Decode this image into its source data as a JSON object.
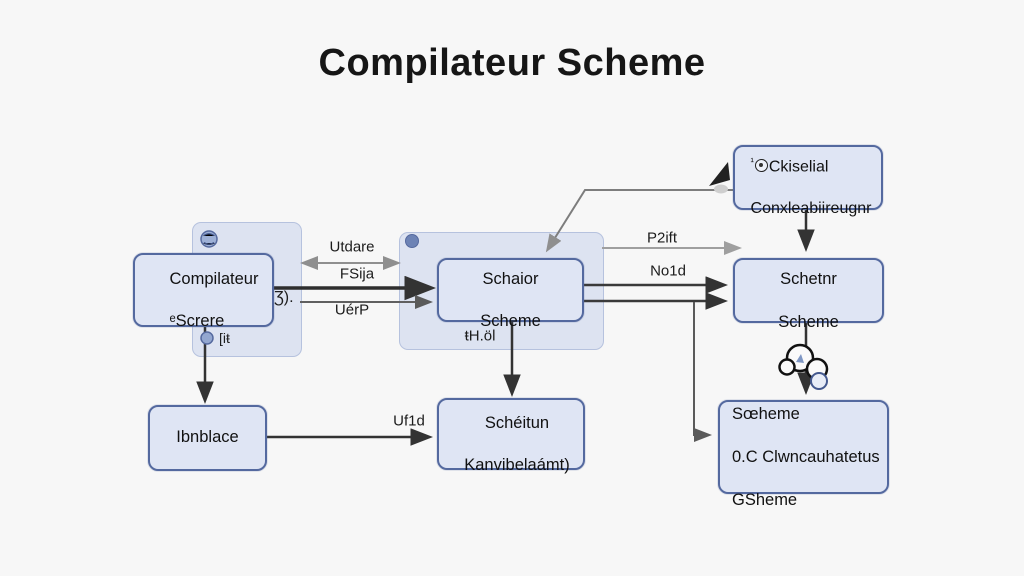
{
  "title": "Compilateur Scheme",
  "nodes": {
    "compilateur_source": {
      "line1": "Compilateur",
      "line2": "ᵉScrere"
    },
    "schaior_scheme": {
      "line1": "Schaior",
      "line2": "Scheme"
    },
    "ckiselial_compiler": {
      "prefix": "¹",
      "line1": "Ckiselial",
      "line2": "Conxleabiireugnr"
    },
    "schetnr_scheme": {
      "line1": "Schetnr",
      "line2": "Scheme"
    },
    "ibnblace": {
      "line1": "Ibnblace"
    },
    "scheitun": {
      "line1": "Schéitun",
      "line2": "Kanvibelaámt)"
    },
    "scheme_output": {
      "line1": "Sœheme",
      "line2": "0.C Clwncauhatetus",
      "line3": "GSheme"
    }
  },
  "edge_labels": {
    "utdare": "Utdare",
    "fsija": "FSija",
    "uerp": "UérP",
    "p2ift": "P2ift",
    "no1d": "No1d",
    "thol": "ŧH.öl",
    "uf1d": "Uf1d"
  },
  "decorations": {
    "bracket_glyph": "Ʒ).",
    "lit_text": "[iŧ"
  },
  "colors": {
    "box_fill": "#dfe5f4",
    "box_border": "#54699f",
    "container_fill": "#cdd6ee",
    "arrow_dark": "#333333",
    "arrow_gray": "#8f8f8f",
    "background": "#f7f7f7",
    "text": "#141414"
  }
}
